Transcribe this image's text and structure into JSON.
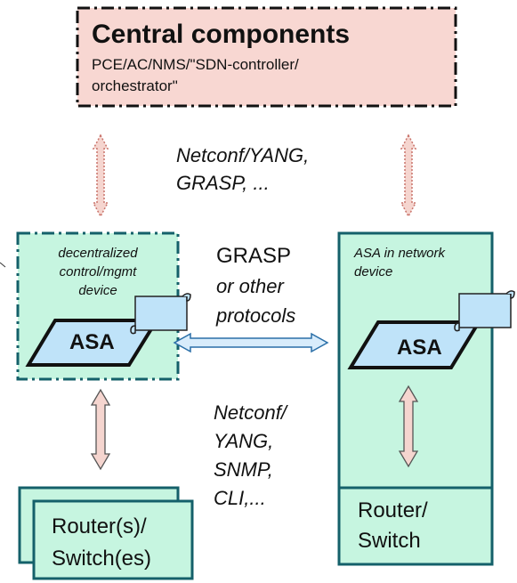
{
  "central": {
    "title": "Central components",
    "line1": "PCE/AC/NMS/\"SDN-controller/",
    "line2": "orchestrator\""
  },
  "top_protocols": {
    "line1": "Netconf/YANG,",
    "line2": "GRASP, ..."
  },
  "left_device": {
    "line1": "decentralized",
    "line2": "control/mgmt",
    "line3": "device",
    "asa": "ASA"
  },
  "middle_protocols": {
    "line1": "GRASP",
    "line2": "or other",
    "line3": "protocols"
  },
  "right_device": {
    "line1": "ASA in network",
    "line2": "device",
    "asa": "ASA",
    "router_line1": "Router/",
    "router_line2": "Switch"
  },
  "bottom_protocols": {
    "line1": "Netconf/",
    "line2": "YANG,",
    "line3": "SNMP,",
    "line4": "CLI,..."
  },
  "routers": {
    "line1": "Router(s)/",
    "line2": "Switch(es)"
  },
  "colors": {
    "central_fill": "#f8d7d2",
    "device_fill": "#c6f5e0",
    "asa_fill": "#bfe3f9",
    "arrow_red_fill": "#f5d5cf",
    "arrow_blue_fill": "#d8ecfb"
  }
}
